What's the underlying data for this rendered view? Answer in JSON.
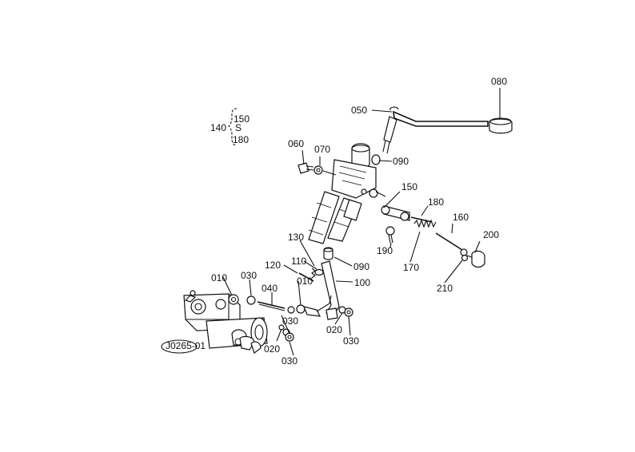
{
  "diagram": {
    "figure_code": "J0265-01",
    "callouts": {
      "p010a": "010",
      "p010b": "010",
      "p020a": "020",
      "p020b": "020",
      "p030a": "030",
      "p030b": "030",
      "p030c": "030",
      "p030d": "030",
      "p040": "040",
      "p050": "050",
      "p060": "060",
      "p070": "070",
      "p080": "080",
      "p090a": "090",
      "p090b": "090",
      "p100": "100",
      "p110": "110",
      "p120": "120",
      "p130": "130",
      "p140": "140",
      "p150a": "150",
      "p150b": "150",
      "p160": "160",
      "p180a": "180",
      "p180b": "180",
      "p170": "170",
      "p190": "190",
      "p200": "200",
      "p210": "210"
    },
    "bracket_symbol": "S"
  }
}
